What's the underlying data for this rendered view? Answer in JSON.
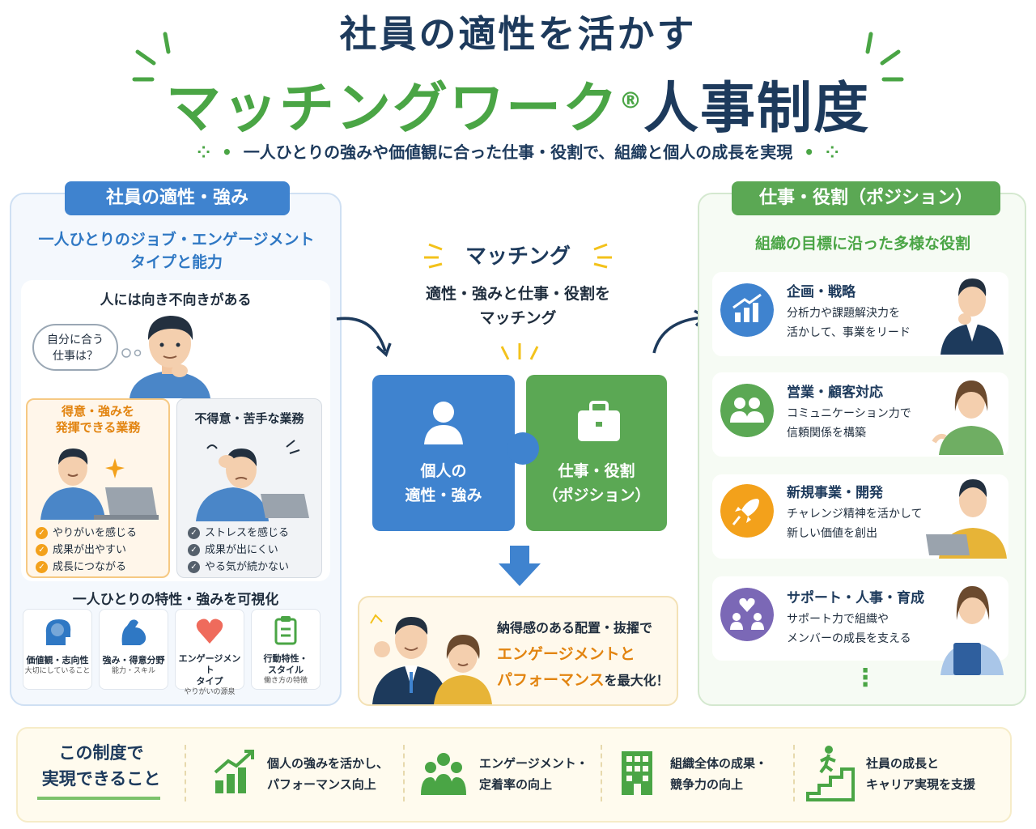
{
  "header": {
    "title_line1": "社員の適性を活かす",
    "title_line2_green": "マッチングワーク",
    "title_reg_mark": "®",
    "title_line2_dark": "人事制度",
    "subtitle": "一人ひとりの強みや価値観に合った仕事・役割で、組織と個人の成長を実現"
  },
  "left": {
    "pill": "社員の適性・強み",
    "heading_line1": "一人ひとりのジョブ・エンゲージメント",
    "heading_line2": "タイプと能力",
    "question_title": "人には向き不向きがある",
    "bubble_line1": "自分に合う",
    "bubble_line2": "仕事は？",
    "good_title_line1": "得意・強みを",
    "good_title_line2": "発揮できる業務",
    "good_items": [
      "やりがいを感じる",
      "成果が出やすい",
      "成長につながる"
    ],
    "bad_title": "不得意・苦手な業務",
    "bad_items": [
      "ストレスを感じる",
      "成果が出にくい",
      "やる気が続かない"
    ],
    "visualize_title": "一人ひとりの特性・強みを可視化",
    "cards": [
      {
        "icon": "brain-icon",
        "title": "価値観・志向性",
        "sub": "大切にしていること"
      },
      {
        "icon": "muscle-icon",
        "title": "強み・得意分野",
        "sub": "能力・スキル"
      },
      {
        "icon": "heart-icon",
        "title_line1": "エンゲージメント",
        "title_line2": "タイプ",
        "sub": "やりがいの源泉"
      },
      {
        "icon": "checklist-icon",
        "title_line1": "行動特性・",
        "title_line2": "スタイル",
        "sub": "働き方の特徴"
      }
    ]
  },
  "center": {
    "title": "マッチング",
    "sub_line1": "適性・強みと仕事・役割を",
    "sub_line2": "マッチング",
    "puzzle_left_line1": "個人の",
    "puzzle_left_line2": "適性・強み",
    "puzzle_right_line1": "仕事・役割",
    "puzzle_right_line2": "（ポジション）",
    "result_line1": "納得感のある配置・抜擢で",
    "result_line2": "エンゲージメントと",
    "result_line3a": "パフォーマンス",
    "result_line3b": "を最大化！"
  },
  "right": {
    "pill": "仕事・役割（ポジション）",
    "heading": "組織の目標に沿った多様な役割",
    "roles": [
      {
        "icon": "growth-chart-icon",
        "color": "#3f83cf",
        "title": "企画・戦略",
        "desc1": "分析力や課題解決力を",
        "desc2": "活かして、事業をリード"
      },
      {
        "icon": "people-icon",
        "color": "#5ba854",
        "title": "営業・顧客対応",
        "desc1": "コミュニケーション力で",
        "desc2": "信頼関係を構築"
      },
      {
        "icon": "rocket-icon",
        "color": "#f3a11b",
        "title": "新規事業・開発",
        "desc1": "チャレンジ精神を活かして",
        "desc2": "新しい価値を創出"
      },
      {
        "icon": "support-heart-icon",
        "color": "#7b68b6",
        "title": "サポート・人事・育成",
        "desc1": "サポート力で組織や",
        "desc2": "メンバーの成長を支える"
      }
    ],
    "more": "⋮"
  },
  "footer": {
    "title_line1": "この制度で",
    "title_line2": "実現できること",
    "items": [
      {
        "icon": "bar-growth-icon",
        "line1": "個人の強みを活かし、",
        "line2": "パフォーマンス向上"
      },
      {
        "icon": "team-icon",
        "line1": "エンゲージメント・",
        "line2": "定着率の向上"
      },
      {
        "icon": "building-icon",
        "line1": "組織全体の成果・",
        "line2": "競争力の向上"
      },
      {
        "icon": "stairs-climb-icon",
        "line1": "社員の成長と",
        "line2": "キャリア実現を支援"
      }
    ]
  },
  "colors": {
    "navy": "#1d3a5c",
    "green": "#4aa545",
    "blue": "#3f83cf",
    "orange": "#f3a11b",
    "purple": "#7b68b6"
  }
}
